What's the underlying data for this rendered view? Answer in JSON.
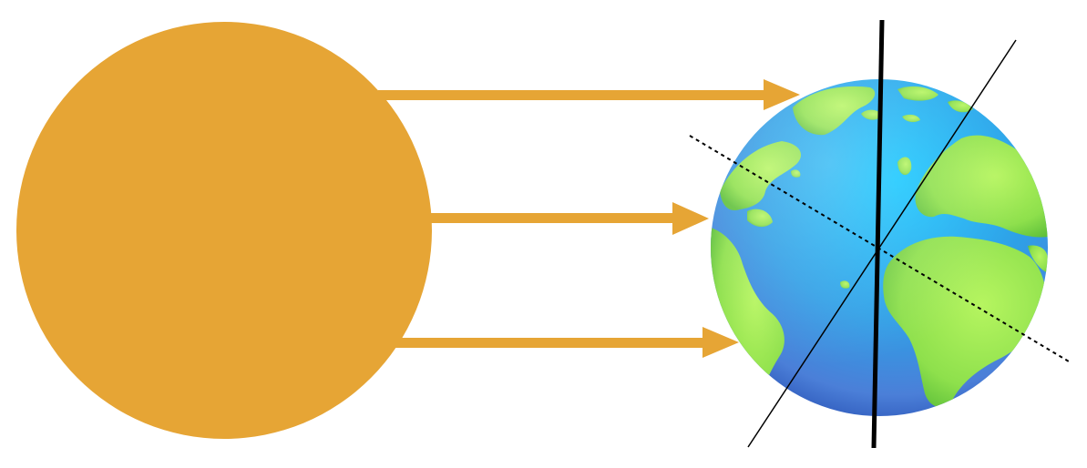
{
  "diagram": {
    "subject": "sun-rays-hitting-earth-axis-tilt",
    "sun": {
      "icon": "sun-circle",
      "color": "#E6A535"
    },
    "rays": {
      "count": 3,
      "color": "#E6A535"
    },
    "earth": {
      "icon": "globe-icon",
      "ocean_color": "#2E9BE8",
      "land_color": "#8EDB4A"
    },
    "lines": [
      {
        "name": "vertical-reference-line",
        "style": "solid-thick",
        "color": "#000000"
      },
      {
        "name": "tilted-rotation-axis",
        "style": "solid-thin",
        "color": "#000000"
      },
      {
        "name": "equator-dotted-line",
        "style": "dotted",
        "color": "#000000"
      }
    ]
  }
}
